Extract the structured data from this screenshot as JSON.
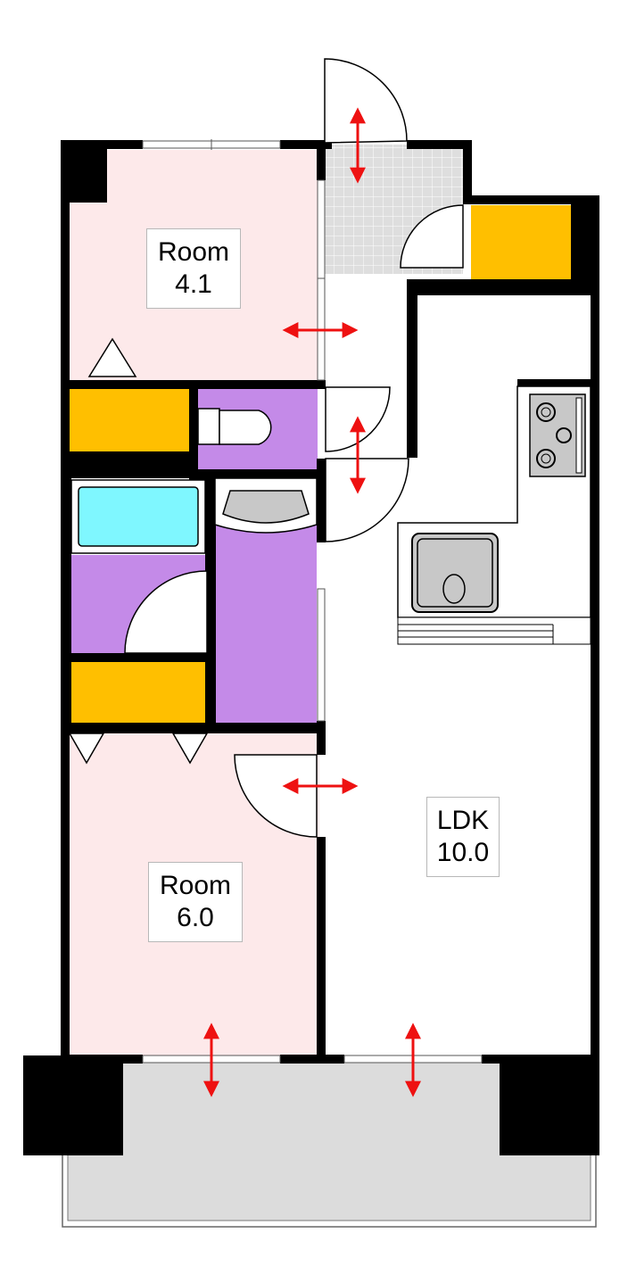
{
  "rooms": [
    {
      "name": "Room",
      "size": "4.1"
    },
    {
      "name": "Room",
      "size": "6.0"
    },
    {
      "name": "LDK",
      "size": "10.0"
    }
  ],
  "colors": {
    "wall": "#000000",
    "bedroom_fill": "#fde9ea",
    "closet_fill": "#ffbf00",
    "wet_area_fill": "#c48ae8",
    "bathtub_fill": "#7ff7ff",
    "entrance_tile_fill": "#dedede",
    "balcony_fill": "#dcdcdc",
    "arrow": "#ee1111",
    "fixture_gray": "#c8c8c8"
  },
  "icons": [
    "door-swing-icon",
    "sliding-window-icon",
    "toilet-icon",
    "bathtub-icon",
    "washbasin-icon",
    "kitchen-sink-icon",
    "gas-stove-icon",
    "ventilation-arrow-icon"
  ]
}
